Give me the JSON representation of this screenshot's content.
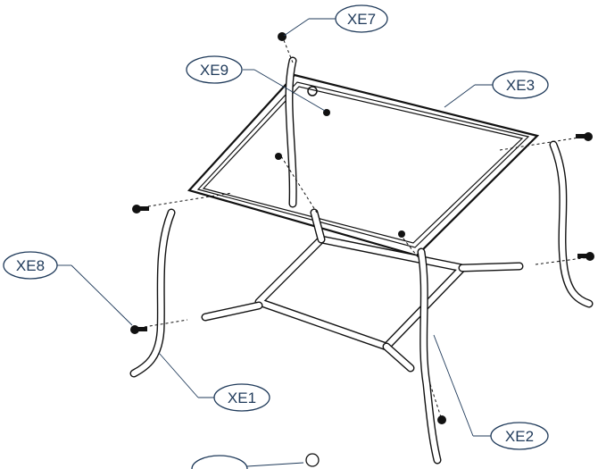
{
  "diagram": {
    "parts": [
      {
        "id": "xe7",
        "label": "XE7"
      },
      {
        "id": "xe9",
        "label": "XE9"
      },
      {
        "id": "xe3",
        "label": "XE3"
      },
      {
        "id": "xe8",
        "label": "XE8"
      },
      {
        "id": "xe2",
        "label": "XE2"
      },
      {
        "id": "xe1",
        "label": "XE1"
      }
    ]
  }
}
